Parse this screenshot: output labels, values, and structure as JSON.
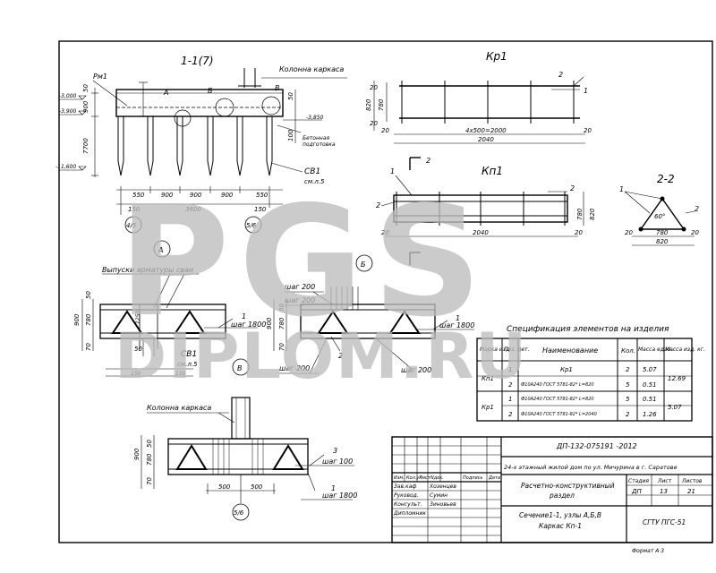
{
  "drawings": {
    "section_1_1": {
      "title": "1-1(7)",
      "column_label": "Колонна каркаса",
      "rm_label": "Рм1",
      "nodes": [
        "А",
        "Б",
        "В"
      ],
      "levels": [
        "-3,000",
        "-3,900",
        "-3,850",
        "-11,600"
      ],
      "concrete_prep": [
        "Бетонная",
        "подготовка"
      ],
      "pile_label": "СВ1",
      "pile_ref": "см.л.5",
      "left_dims": [
        "50",
        "900",
        "7700"
      ],
      "right_dims": [
        "50",
        "100"
      ],
      "bottom_dims": [
        "550",
        "900",
        "900",
        "900",
        "550"
      ],
      "total_dim": "3600",
      "extra_dims": [
        "150",
        "150"
      ],
      "axes": [
        "4/5",
        "5/6"
      ]
    },
    "kr1": {
      "title": "Кр1",
      "left_dims": [
        "20",
        "780",
        "820",
        "20"
      ],
      "bottom_dim": "4х500=2000",
      "total": "2040",
      "end_dims": [
        "20",
        "20"
      ],
      "callouts": [
        "2",
        "1"
      ]
    },
    "kp1": {
      "title": "Кп1",
      "callouts": [
        "1",
        "2",
        "2"
      ],
      "cut": "2",
      "total": "2040",
      "right_dims": [
        "780",
        "820"
      ],
      "end_dims": [
        "20",
        "20"
      ]
    },
    "section_2_2": {
      "title": "2-2",
      "callouts": [
        "1",
        "2"
      ],
      "angle": "60°",
      "dims": [
        "20",
        "780",
        "20"
      ],
      "total": "820"
    },
    "node_a": {
      "label": "А",
      "rebar_note": "Выпуски арматуры сваи",
      "left_dims": [
        "50",
        "780",
        "900",
        "70"
      ],
      "inner_dim": "1250",
      "step": "шаг 1800",
      "pile_label": "СВ1",
      "pile_ref": "см.л.5",
      "bottom_dims": [
        "50",
        "150",
        "150"
      ],
      "callout": "1"
    },
    "node_b": {
      "label": "Б",
      "step_top": "шаг 200",
      "step_right": "шаг 1800",
      "step_bottom": "шаг 200",
      "step_mid": "шаг 200",
      "left_dims": [
        "50",
        "780",
        "900",
        "70"
      ],
      "callouts": [
        "1",
        "2"
      ]
    },
    "node_c": {
      "label": "В",
      "column_label": "Колонна каркаса",
      "left_dims": [
        "50",
        "780",
        "900",
        "70"
      ],
      "callouts": [
        "3",
        "1"
      ],
      "steps": [
        "шаг 100",
        "шаг 1800"
      ],
      "bottom_dims": [
        "500",
        "500"
      ],
      "axis": "5/6"
    }
  },
  "spec_table": {
    "title": "Спецификация элементов на изделия",
    "headers": [
      "Марка изд.",
      "Поз. дет.",
      "Наименование",
      "Кол.",
      "Масса ед.кг.",
      "Масса изд. кг."
    ],
    "rows": [
      {
        "mark": "Кп1",
        "pos": "1",
        "name": "Кр1",
        "qty": "2",
        "mass": "5.07",
        "total": "12.69"
      },
      {
        "mark": "",
        "pos": "2",
        "name": "Ф10А240 ГОСТ 5781-82* L=820",
        "qty": "5",
        "mass": "0.51",
        "total": ""
      },
      {
        "mark": "Кр1",
        "pos": "1",
        "name": "Ф10А240 ГОСТ 5781-82* L=820",
        "qty": "5",
        "mass": "0.51",
        "total": "5.07"
      },
      {
        "mark": "",
        "pos": "2",
        "name": "Ф10А240 ГОСТ 5781-82* L=2040",
        "qty": "2",
        "mass": "1.26",
        "total": ""
      }
    ]
  },
  "title_block": {
    "code": "ДП-132-075191 -2012",
    "project": "24-х этажный жилой дом по ул. Мичурина в г. Саратове",
    "section": [
      "Расчетно-конструктивный",
      "раздел"
    ],
    "sheet_name": [
      "Сечение1-1, узлы А,Б,В",
      "Каркас Кп-1"
    ],
    "col_headers": [
      "Изм.",
      "Кол.уч",
      "Лист",
      "Nдок.",
      "Подпись",
      "Дата"
    ],
    "roles": [
      "Зав.каф",
      "Руковод.",
      "Консульт.",
      "Дипломник"
    ],
    "names": [
      "Хозенцев",
      "Сумин",
      "Зиновьев",
      ""
    ],
    "stage_headers": [
      "Стадия",
      "Лист",
      "Листов"
    ],
    "stage_values": [
      "ДП",
      "13",
      "21"
    ],
    "org": "СГТУ ПГС-51",
    "format": "Формат А 3"
  },
  "watermark": {
    "line1": "PGS",
    "line2": "DIPLOM.RU"
  }
}
